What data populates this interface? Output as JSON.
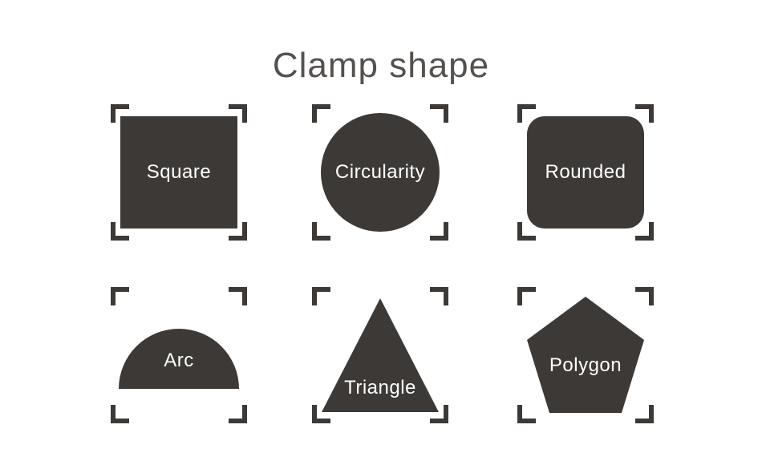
{
  "title": "Clamp shape",
  "colors": {
    "shape": "#3d3936",
    "text": "#ffffff",
    "title": "#55514e",
    "background": "#ffffff"
  },
  "shapes": [
    {
      "label": "Square",
      "type": "square"
    },
    {
      "label": "Circularity",
      "type": "circle"
    },
    {
      "label": "Rounded",
      "type": "rounded-square"
    },
    {
      "label": "Arc",
      "type": "semicircle"
    },
    {
      "label": "Triangle",
      "type": "triangle"
    },
    {
      "label": "Polygon",
      "type": "pentagon"
    }
  ]
}
